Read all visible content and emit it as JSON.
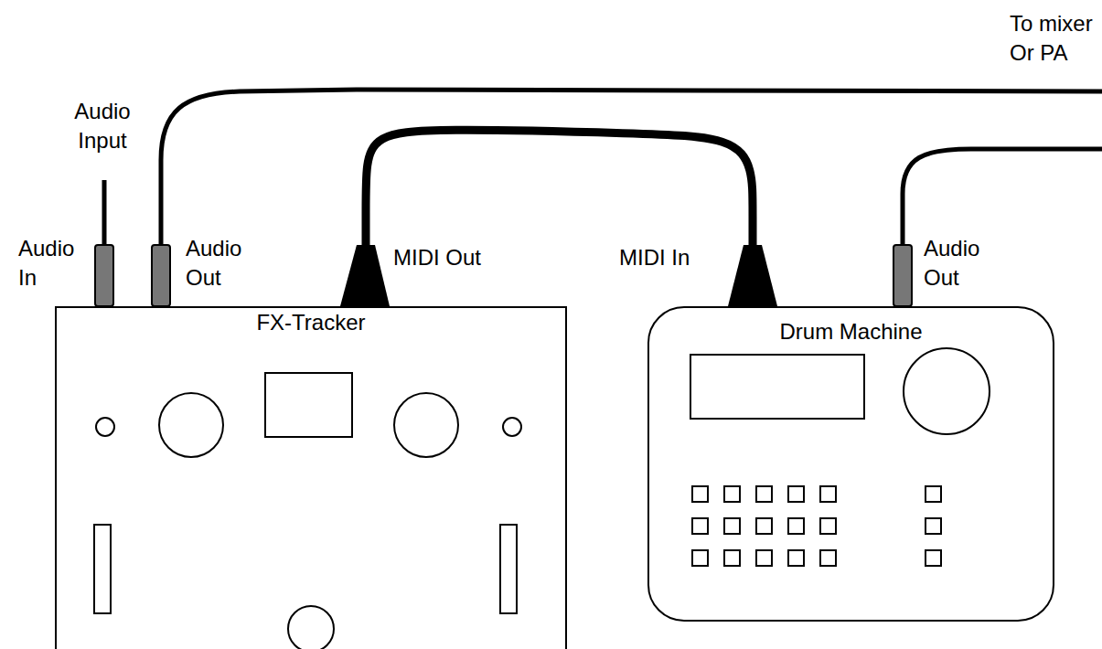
{
  "diagram": {
    "nodes": [
      {
        "text": [
          "FX-Tracker"
        ]
      },
      {
        "text": [
          "Drum Machine"
        ]
      }
    ],
    "edges": [
      {
        "from": 0,
        "to": 1,
        "arrow": "none"
      }
    ],
    "labels": [
      "To mixer Or PA",
      "Audio Input",
      "Audio In",
      "Audio Out",
      "MIDI Out",
      "MIDI In",
      "Audio Out"
    ]
  }
}
